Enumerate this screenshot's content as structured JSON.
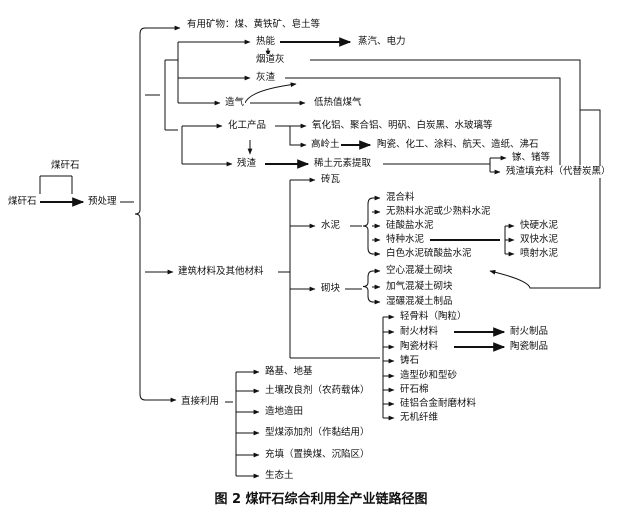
{
  "source": "煤矸石",
  "coal_gangue": "煤矸石",
  "pretreat": "预处理",
  "useful_minerals": "有用矿物：煤、黄铁矿、皂土等",
  "thermal": "热能",
  "steam_power": "蒸汽、电力",
  "flue_ash": "烟道灰",
  "ash_slag": "灰渣",
  "gas": "造气",
  "low_heat_gas": "低热值煤气",
  "chem_products": "化工产品",
  "chem_list": "氧化铝、聚合铝、明矾、白炭黑、水玻璃等",
  "kaolin": "高岭土",
  "kaolin_uses": "陶瓷、化工、涂料、航天、造纸、沸石",
  "residue": "残渣",
  "rare_earth": "稀土元素提取",
  "ga_ge": "镓、锗等",
  "residue_filler": "残渣填充料（代替炭黑）",
  "building": "建筑材料及其他材料",
  "brick": "砖瓦",
  "cement": "水泥",
  "mix": "混合料",
  "clinker_free": "无熟料水泥或少熟料水泥",
  "silicate": "硅酸盐水泥",
  "special_cement": "特种水泥",
  "fast_hard": "快硬水泥",
  "double_fast": "双快水泥",
  "spray": "喷射水泥",
  "white_sulfo": "白色水泥硫酸盐水泥",
  "block": "砌块",
  "hollow": "空心混凝土砌块",
  "aerated": "加气混凝土砌块",
  "wet_crushed": "湿碾混凝土制品",
  "light_agg": "轻骨料（陶粒）",
  "refractory": "耐火材料",
  "refractory_prod": "耐火制品",
  "ceramic_mat": "陶瓷材料",
  "ceramic_prod": "陶瓷制品",
  "cast_stone": "铸石",
  "mold_sand": "造型砂和型砂",
  "gangue_wool": "矸石棉",
  "sial_abrasive": "硅铝合金耐磨材料",
  "inorganic_fiber": "无机纤维",
  "direct_use": "直接利用",
  "roadbed": "路基、地基",
  "soil_amend": "土壤改良剂（农药载体）",
  "land_making": "造地造田",
  "briquette_add": "型煤添加剂（作黏结用）",
  "backfill": "充填（置换煤、沉陷区）",
  "eco_soil": "生态土",
  "caption": "图 2  煤矸石综合利用全产业链路径图"
}
